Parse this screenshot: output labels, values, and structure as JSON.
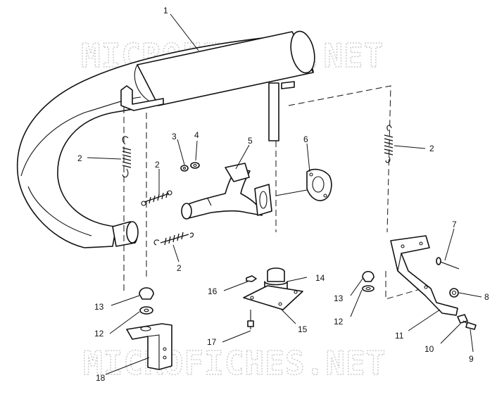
{
  "watermark": {
    "top": "MICROFICHES.NET",
    "bottom": "MICROFICHES.NET"
  },
  "callouts": {
    "c1": "1",
    "c2a": "2",
    "c2b": "2",
    "c2c": "2",
    "c2d": "2",
    "c3": "3",
    "c4": "4",
    "c5": "5",
    "c6": "6",
    "c7": "7",
    "c8": "8",
    "c9": "9",
    "c10": "10",
    "c11": "11",
    "c12a": "12",
    "c12b": "12",
    "c13a": "13",
    "c13b": "13",
    "c14": "14",
    "c15": "15",
    "c16": "16",
    "c17": "17",
    "c18": "18"
  }
}
